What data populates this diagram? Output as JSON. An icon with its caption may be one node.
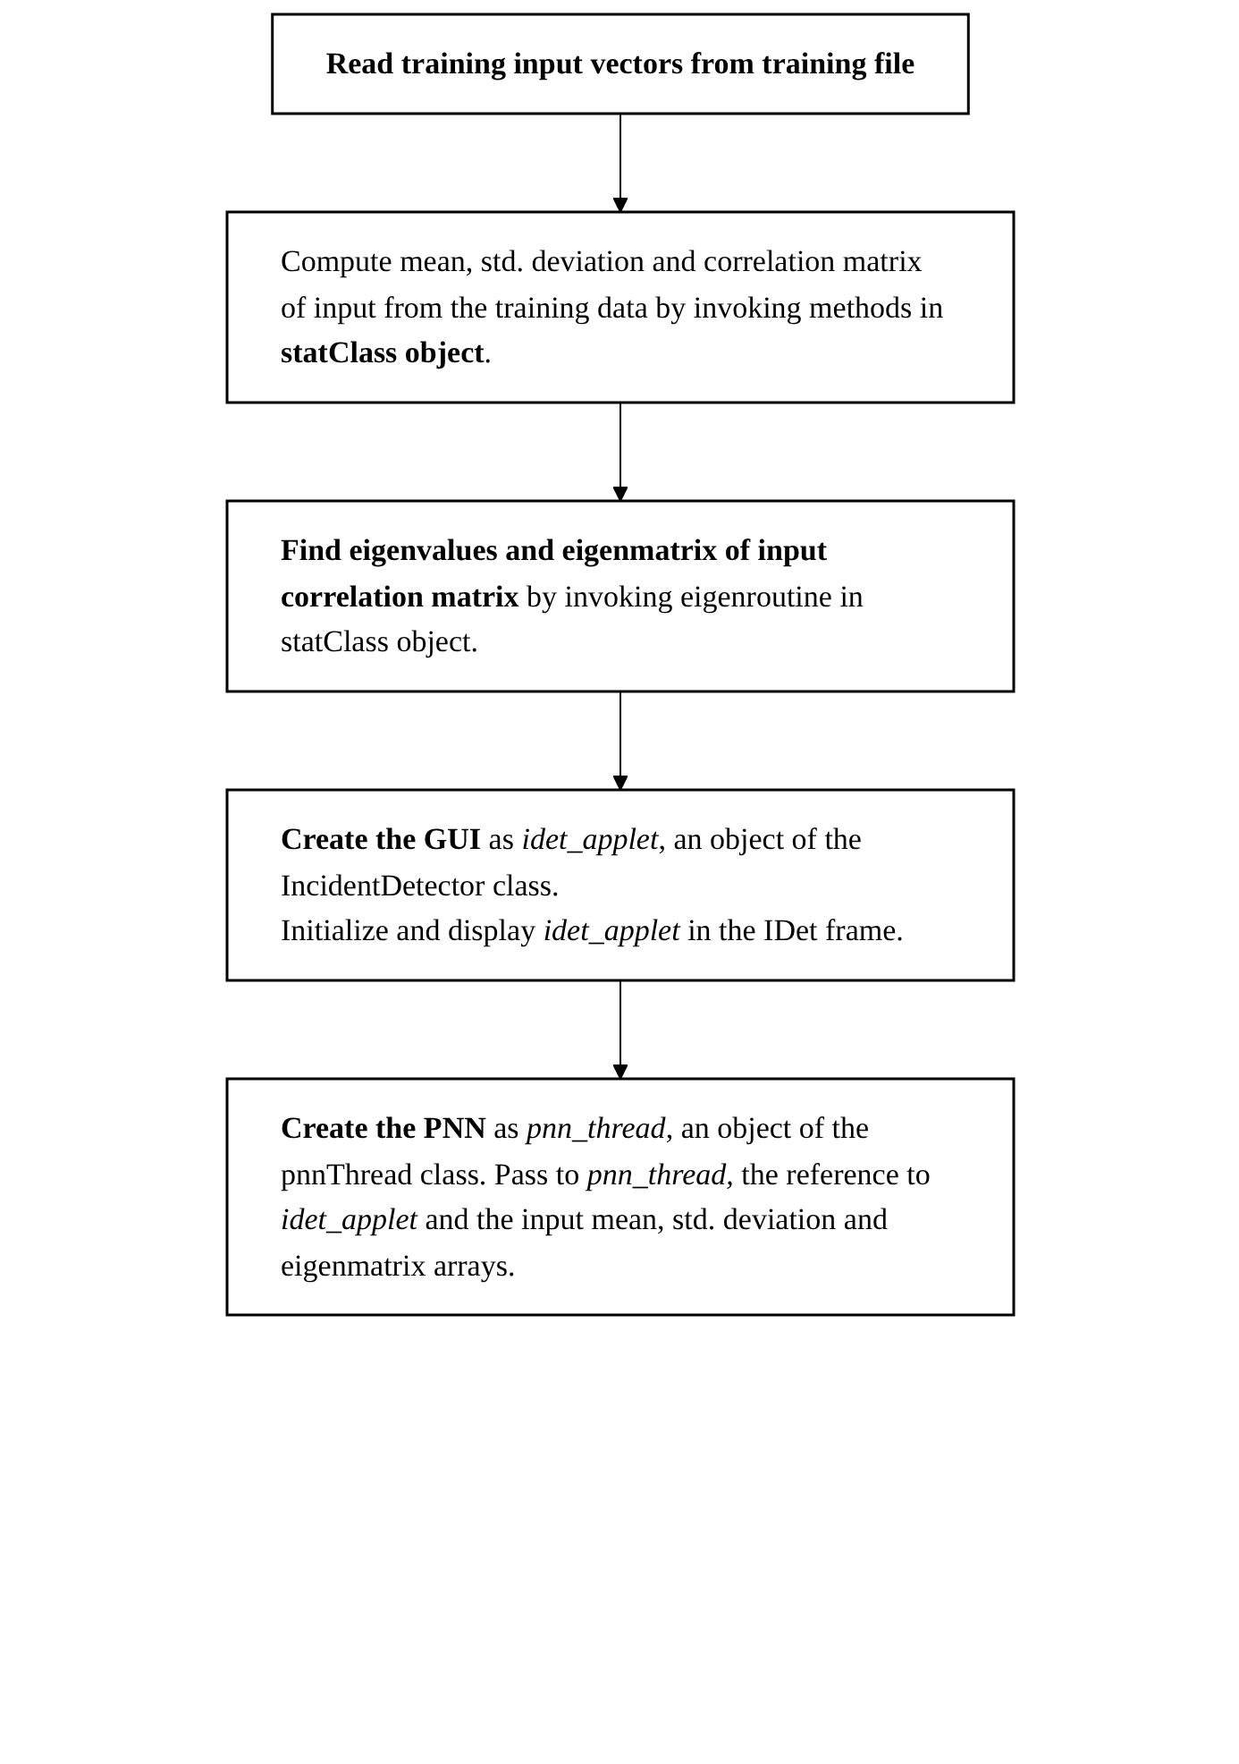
{
  "diagram": {
    "nodes": [
      {
        "text": [
          "Read training input vectors from training file"
        ]
      },
      {
        "text": [
          "Compute mean, std. deviation and correlation matrix of input from the training data by invoking methods in **statClass object**."
        ]
      },
      {
        "text": [
          "**Find eigenvalues and eigenmatrix of input correlation matrix** by invoking eigenroutine in statClass object."
        ]
      },
      {
        "text": [
          "**Create the GUI** as *idet_applet*, an object of the IncidentDetector class.",
          "Initialize and display *idet_applet* in the IDet frame."
        ]
      },
      {
        "text": [
          "**Create the PNN** as *pnn_thread*, an object of the pnnThread class. Pass to *pnn_thread,* the reference to *idet_applet* and the input mean, std. deviation and eigenmatrix arrays."
        ]
      }
    ],
    "edges": [
      {
        "from": 0,
        "to": 1,
        "arrow": "to"
      },
      {
        "from": 1,
        "to": 2,
        "arrow": "to"
      },
      {
        "from": 2,
        "to": 3,
        "arrow": "to"
      },
      {
        "from": 3,
        "to": 4,
        "arrow": "to"
      }
    ]
  }
}
